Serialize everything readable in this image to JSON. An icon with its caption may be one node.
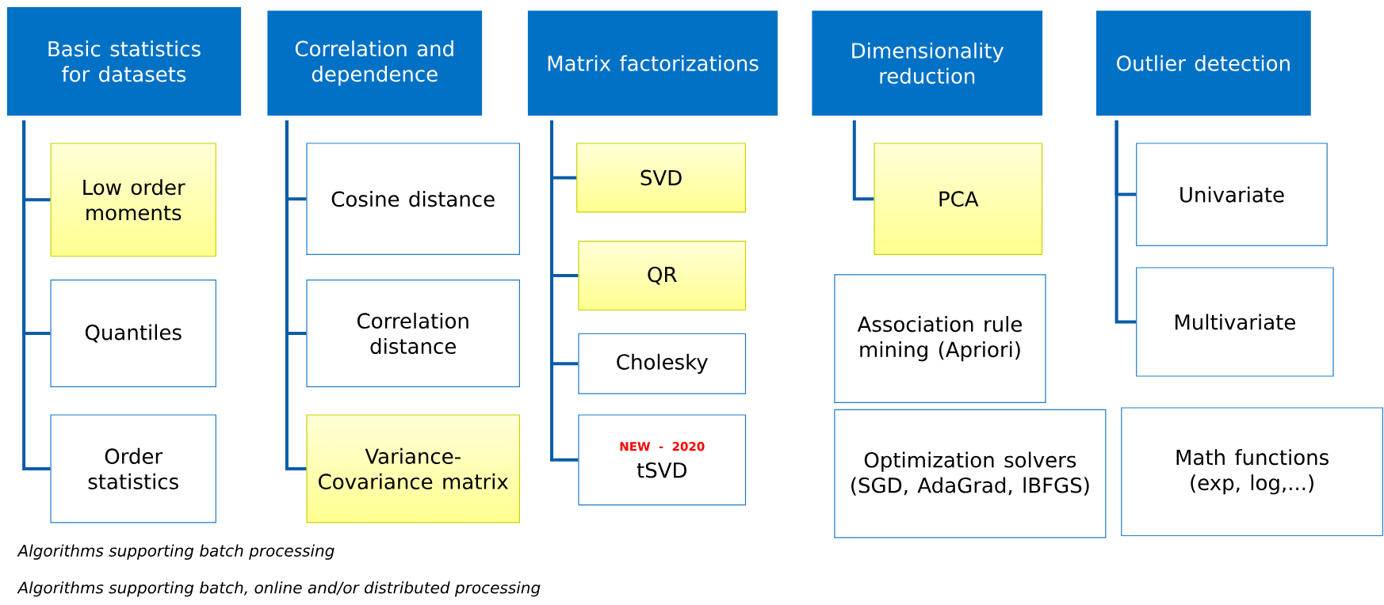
{
  "diagram": {
    "nodes": [
      {
        "text": [
          "Basic statistics for datasets"
        ]
      },
      {
        "text": [
          "Low order moments"
        ]
      },
      {
        "text": [
          "Quantiles"
        ]
      },
      {
        "text": [
          "Order statistics"
        ]
      },
      {
        "text": [
          "Correlation and dependence"
        ]
      },
      {
        "text": [
          "Cosine distance"
        ]
      },
      {
        "text": [
          "Correlation distance"
        ]
      },
      {
        "text": [
          "Variance-Covariance matrix"
        ]
      },
      {
        "text": [
          "Matrix factorizations"
        ]
      },
      {
        "text": [
          "SVD"
        ]
      },
      {
        "text": [
          "QR"
        ]
      },
      {
        "text": [
          "Cholesky"
        ]
      },
      {
        "text": [
          "NEW - 2020",
          "tSVD"
        ]
      },
      {
        "text": [
          "Dimensionality reduction"
        ]
      },
      {
        "text": [
          "PCA"
        ]
      },
      {
        "text": [
          "Association rule mining (Apriori)"
        ]
      },
      {
        "text": [
          "Optimization solvers (SGD, AdaGrad, lBFGS)"
        ]
      },
      {
        "text": [
          "Outlier detection"
        ]
      },
      {
        "text": [
          "Univariate"
        ]
      },
      {
        "text": [
          "Multivariate"
        ]
      },
      {
        "text": [
          "Math functions (exp, log,...)"
        ]
      }
    ],
    "edges": [
      {
        "from": 0,
        "to": 1,
        "arrow": "none"
      },
      {
        "from": 0,
        "to": 2,
        "arrow": "none"
      },
      {
        "from": 0,
        "to": 3,
        "arrow": "none"
      },
      {
        "from": 4,
        "to": 5,
        "arrow": "none"
      },
      {
        "from": 4,
        "to": 6,
        "arrow": "none"
      },
      {
        "from": 4,
        "to": 7,
        "arrow": "none"
      },
      {
        "from": 8,
        "to": 9,
        "arrow": "none"
      },
      {
        "from": 8,
        "to": 10,
        "arrow": "none"
      },
      {
        "from": 8,
        "to": 11,
        "arrow": "none"
      },
      {
        "from": 8,
        "to": 12,
        "arrow": "none"
      },
      {
        "from": 13,
        "to": 14,
        "arrow": "none"
      },
      {
        "from": 17,
        "to": 18,
        "arrow": "none"
      },
      {
        "from": 17,
        "to": 19,
        "arrow": "none"
      }
    ],
    "labels": [
      "Algorithms supporting batch processing",
      "Algorithms supporting batch, online and/or distributed processing"
    ]
  }
}
